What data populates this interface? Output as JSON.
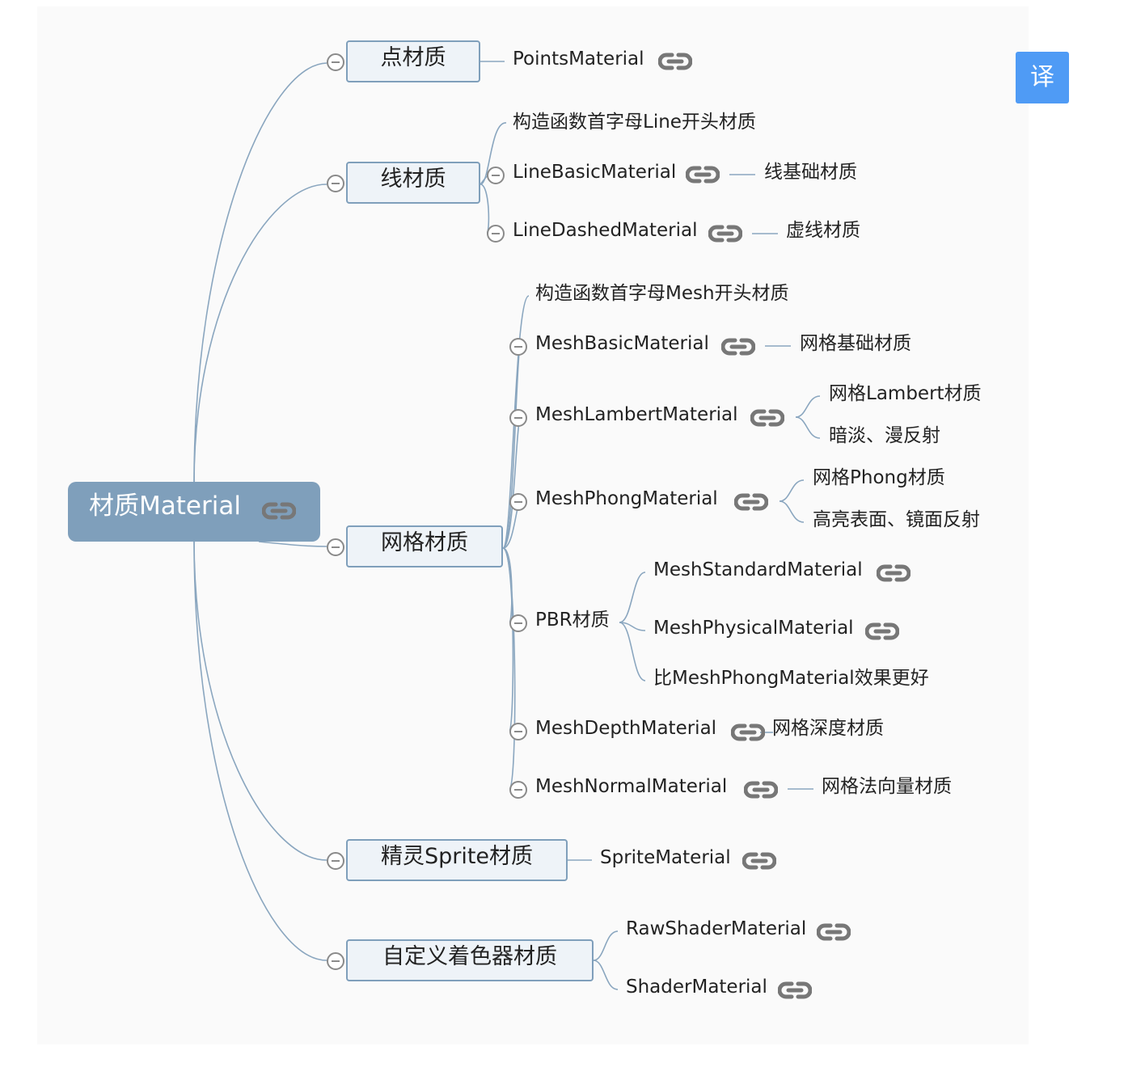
{
  "colors": {
    "connector": "#8aa6bf",
    "root_fill": "#7f9fbb",
    "branch_fill": "#eef3f8",
    "toggle": "#8a8a8a",
    "link_icon": "#777777",
    "translate_button": "#4f9bf5"
  },
  "root": {
    "label": "材质Material",
    "icon": "link-icon"
  },
  "translate_button": {
    "label": "译"
  },
  "branches": {
    "points": {
      "label": "点材质",
      "items": {
        "points_material": "PointsMaterial"
      }
    },
    "line": {
      "label": "线材质",
      "items": {
        "note": "构造函数首字母Line开头材质",
        "line_basic": "LineBasicMaterial",
        "line_basic_desc": "线基础材质",
        "line_dashed": "LineDashedMaterial",
        "line_dashed_desc": "虚线材质"
      }
    },
    "mesh": {
      "label": "网格材质",
      "items": {
        "note": "构造函数首字母Mesh开头材质",
        "basic": "MeshBasicMaterial",
        "basic_desc": "网格基础材质",
        "lambert": "MeshLambertMaterial",
        "lambert_desc1": "网格Lambert材质",
        "lambert_desc2": "暗淡、漫反射",
        "phong": "MeshPhongMaterial",
        "phong_desc1": "网格Phong材质",
        "phong_desc2": "高亮表面、镜面反射",
        "pbr": "PBR材质",
        "standard": "MeshStandardMaterial",
        "physical": "MeshPhysicalMaterial",
        "pbr_note": "比MeshPhongMaterial效果更好",
        "depth": "MeshDepthMaterial",
        "depth_desc": "网格深度材质",
        "normal": "MeshNormalMaterial",
        "normal_desc": "网格法向量材质"
      }
    },
    "sprite": {
      "label": "精灵Sprite材质",
      "items": {
        "sprite_material": "SpriteMaterial"
      }
    },
    "shader": {
      "label": "自定义着色器材质",
      "items": {
        "raw": "RawShaderMaterial",
        "shader": "ShaderMaterial"
      }
    }
  }
}
